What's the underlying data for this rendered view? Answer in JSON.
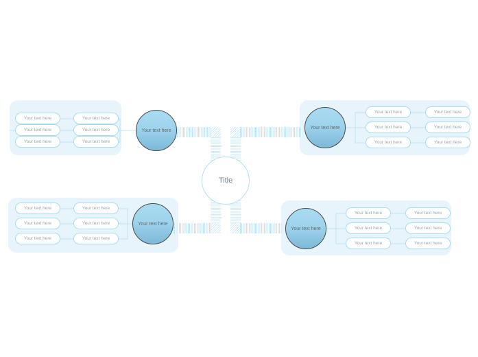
{
  "diagram": {
    "type": "mind-map",
    "center": {
      "label": "Title"
    },
    "colors": {
      "panel_background": "#e7f4fb",
      "node_border": "#4a4a4a",
      "node_fill_top": "#a9dcf2",
      "node_fill_bottom": "#7cb9d8",
      "box_border": "#a8dcf0",
      "box_fill": "#ffffff",
      "connector": "#bfe4f5",
      "text": "#9aa3ab",
      "canvas": "#ffffff"
    },
    "branches": [
      {
        "id": "top-left",
        "node_label": "Your text here",
        "inner_boxes": [
          "Your text here",
          "Your text here",
          "Your text here"
        ],
        "outer_boxes": [
          "Your text here",
          "Your text here",
          "Your text here"
        ]
      },
      {
        "id": "top-right",
        "node_label": "Your text here",
        "inner_boxes": [
          "Your text here",
          "Your text here",
          "Your text here"
        ],
        "outer_boxes": [
          "Your text here",
          "Your text here",
          "Your text here"
        ]
      },
      {
        "id": "bottom-left",
        "node_label": "Your text here",
        "inner_boxes": [
          "Your text here",
          "Your text here",
          "Your text here"
        ],
        "outer_boxes": [
          "Your text here",
          "Your text here",
          "Your text here"
        ]
      },
      {
        "id": "bottom-right",
        "node_label": "Your text here",
        "inner_boxes": [
          "Your text here",
          "Your text here",
          "Your text here"
        ],
        "outer_boxes": [
          "Your text here",
          "Your text here",
          "Your text here"
        ]
      }
    ]
  }
}
